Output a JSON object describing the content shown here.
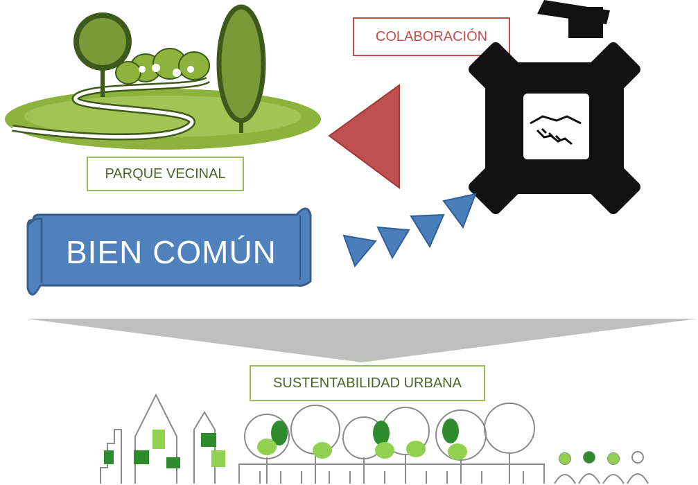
{
  "labels": {
    "collaboration": "COLABORACIÓN",
    "park": "PARQUE VECINAL",
    "banner": "BIEN COMÚN",
    "sustainability": "SUSTENTABILIDAD URBANA"
  },
  "colors": {
    "park_green": "#8db33c",
    "dark_green": "#3d5a1c",
    "label_green_border": "#9bbb59",
    "label_green_text": "#4f6228",
    "collab_red": "#c0504d",
    "banner_blue": "#4f81bd",
    "banner_dark": "#385d8a",
    "arrow_blue": "#4a7ebb",
    "gray_arrow": "#bfbfbf",
    "black": "#111111",
    "city_green": "#2e8b2e",
    "city_light_green": "#92d050"
  }
}
